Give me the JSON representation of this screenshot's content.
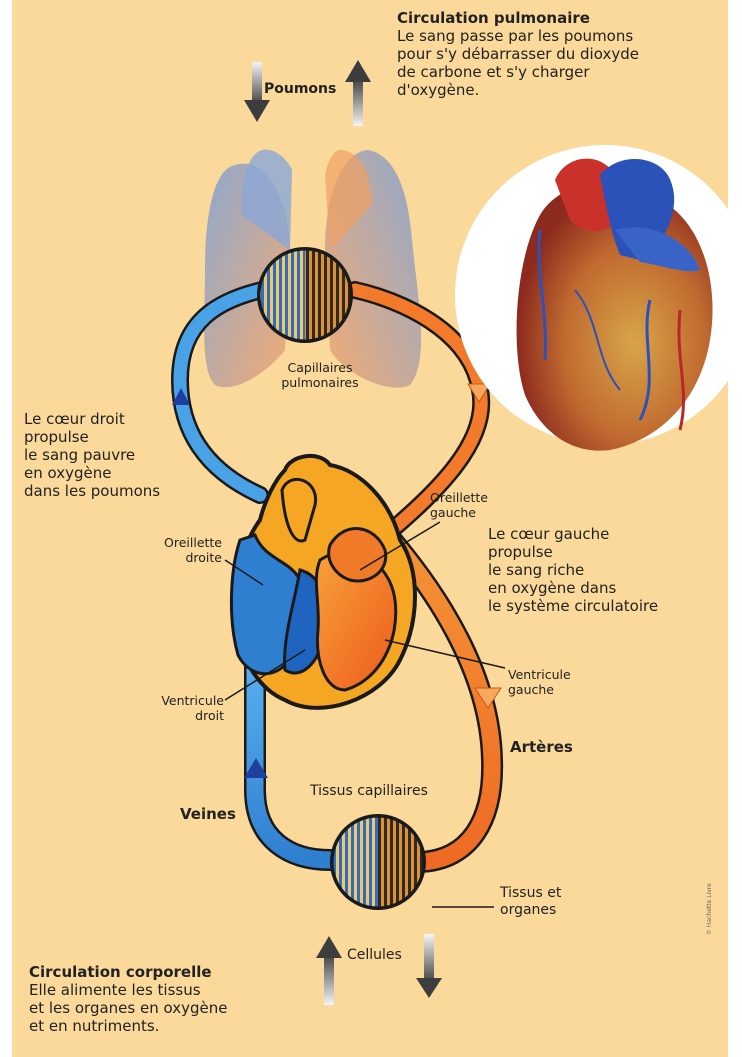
{
  "pulmonary": {
    "title": "Circulation pulmonaire",
    "text": "Le sang passe par les poumons\npour s'y débarrasser du dioxyde\nde carbone et  s'y charger\nd'oxygène."
  },
  "labels": {
    "poumons": "Poumons",
    "capillaires_pulmonaires": "Capillaires\npulmonaires",
    "coeur_droit": "Le cœur droit\npropulse\nle sang pauvre\nen oxygène\ndans les poumons",
    "oreillette_gauche": "Oreillette\ngauche",
    "coeur_gauche": "Le cœur gauche\npropulse\nle sang riche\nen oxygène dans\nle système circulatoire",
    "oreillette_droite": "Oreillette\ndroite",
    "ventricule_gauche": "Ventricule\ngauche",
    "ventricule_droit": "Ventricule\ndroit",
    "arteres": "Artères",
    "veines": "Veines",
    "tissus_capillaires": "Tissus capillaires",
    "tissus_organes": "Tissus et\norganes",
    "cellules": "Cellules"
  },
  "corporal": {
    "title": "Circulation corporelle",
    "text": "Elle alimente les tissus\net les organes en oxygène\net en nutriments."
  },
  "credit": "© Hachette Livre",
  "colors": {
    "background": "#fad99a",
    "oxygen_poor": "#3a8fd8",
    "oxygen_rich": "#f07a28",
    "heart_outline": "#1a1a1a",
    "heart_yellow": "#f5a623"
  }
}
